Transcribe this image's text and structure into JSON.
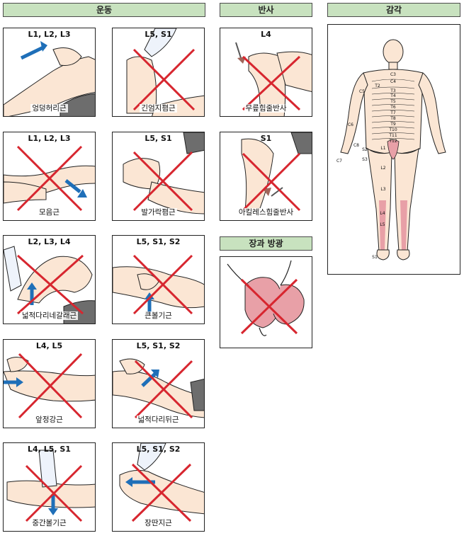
{
  "headers": {
    "motor": "운동",
    "reflex": "반사",
    "sensory": "감각",
    "bladder": "장과 방광"
  },
  "motor": [
    {
      "levels": "L1, L2, L3",
      "muscle": "엉덩허리근",
      "crossed": false
    },
    {
      "levels": "L5, S1",
      "muscle": "긴엄지폄근",
      "crossed": true
    },
    {
      "levels": "L1, L2, L3",
      "muscle": "모음근",
      "crossed": true
    },
    {
      "levels": "L5, S1",
      "muscle": "발가락폄근",
      "crossed": true
    },
    {
      "levels": "L2, L3, L4",
      "muscle": "넓적다리네갈래근",
      "crossed": true
    },
    {
      "levels": "L5, S1, S2",
      "muscle": "큰볼기근",
      "crossed": true
    },
    {
      "levels": "L4, L5",
      "muscle": "앞정강근",
      "crossed": true
    },
    {
      "levels": "L5, S1, S2",
      "muscle": "넓적다리뒤근",
      "crossed": true
    },
    {
      "levels": "L4, L5, S1",
      "muscle": "중간볼기근",
      "crossed": true
    },
    {
      "levels": "L5, S1, S2",
      "muscle": "장딴지근",
      "crossed": true
    }
  ],
  "reflex": [
    {
      "levels": "L4",
      "name": "무릎힘줄반사",
      "crossed": true
    },
    {
      "levels": "S1",
      "name": "아킬레스힘줄반사",
      "crossed": true
    }
  ],
  "dermatomes": {
    "labels": [
      "C3",
      "C4",
      "T2",
      "T3",
      "T4",
      "T5",
      "T6",
      "T7",
      "T8",
      "T9",
      "T10",
      "T11",
      "T12",
      "L1",
      "L2",
      "L3",
      "L4",
      "L5",
      "S1",
      "S2",
      "S3",
      "C5",
      "C6",
      "C7",
      "C8"
    ]
  },
  "colors": {
    "header_bg": "#c8e2bf",
    "cross": "#d7262f",
    "arrow": "#1f6fb8",
    "skin": "#fbe6d4",
    "affected": "#e8a0a7"
  }
}
